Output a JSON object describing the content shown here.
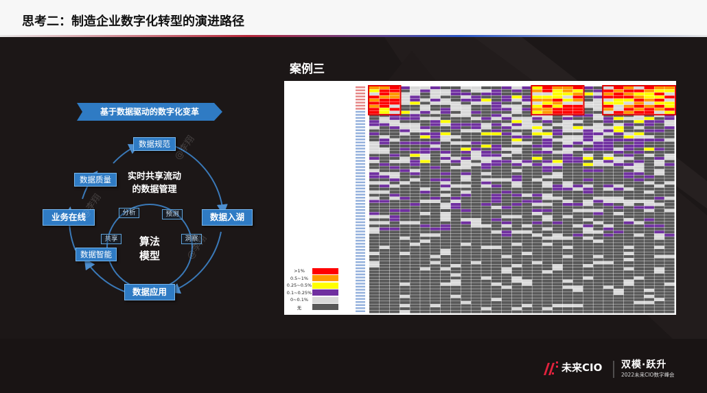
{
  "header": {
    "title": "思考二：制造企业数字化转型的演进路径"
  },
  "case": {
    "title": "案例三"
  },
  "diagram": {
    "banner": "基于数据驱动的数字化变革",
    "outer_nodes": {
      "top": "数据规范",
      "upper_left": "数据质量",
      "left": "业务在线",
      "lower_left": "数据智能",
      "bottom": "数据应用",
      "right": "数据入湖"
    },
    "center_upper": "实时共享流动\n的数据管理",
    "center_lower": "算法\n模型",
    "inner_nodes": {
      "analyze": "分析",
      "predict": "预测",
      "share": "共享",
      "insight": "洞察"
    },
    "watermark": "@李翔"
  },
  "heatmap": {
    "legend": [
      {
        "label": ">1%",
        "color": "#ff0000"
      },
      {
        "label": "0.5~1%",
        "color": "#ff9900"
      },
      {
        "label": "0.25~0.5%",
        "color": "#ffff00"
      },
      {
        "label": "0.1~0.25%",
        "color": "#7030a0"
      },
      {
        "label": "0~0.1%",
        "color": "#d9d9d9"
      },
      {
        "label": "无",
        "color": "#595959"
      }
    ]
  },
  "footer": {
    "brand": "未来CIO",
    "slogan": "双模·跃升",
    "event": "2022未来CIO数字峰会"
  }
}
